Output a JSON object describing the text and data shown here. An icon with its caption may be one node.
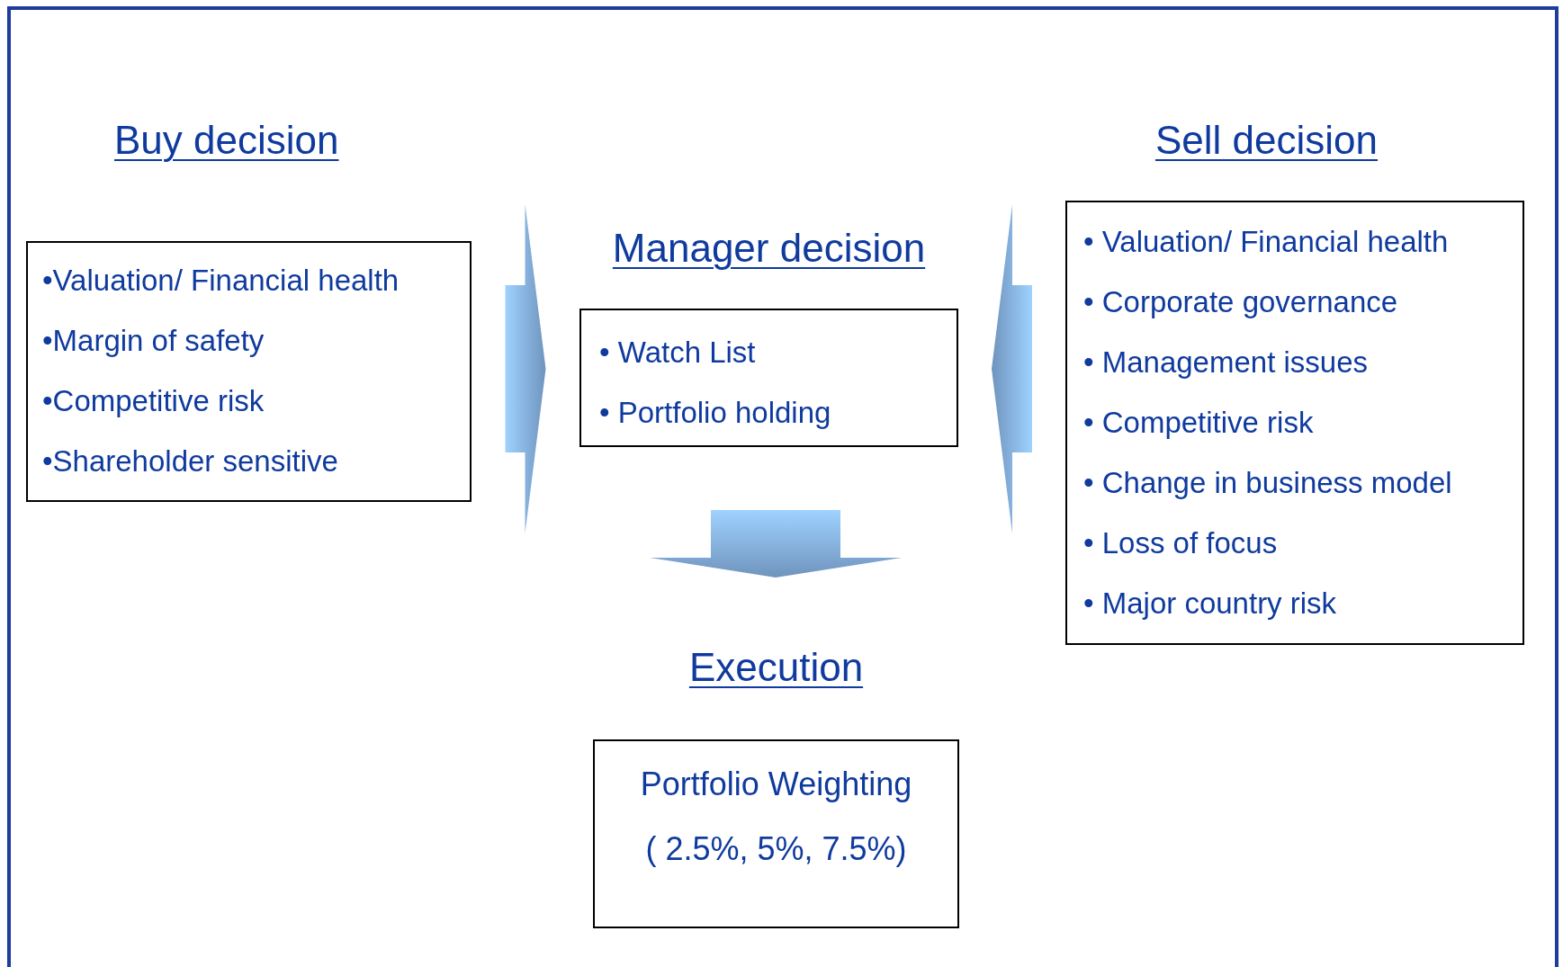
{
  "diagram": {
    "nodes": [
      {
        "text": [
          "Buy decision",
          "•Valuation/ Financial health",
          "•Margin of safety",
          "•Competitive risk",
          "•Shareholder sensitive"
        ]
      },
      {
        "text": [
          "Manager decision",
          "• Watch List",
          "• Portfolio holding"
        ]
      },
      {
        "text": [
          "Sell decision",
          "• Valuation/ Financial health",
          "• Corporate governance",
          "• Management  issues",
          "• Competitive risk",
          "• Change in business model",
          "• Loss of focus",
          "• Major country risk"
        ]
      },
      {
        "text": [
          "Execution",
          "Portfolio Weighting",
          "( 2.5%, 5%, 7.5%)"
        ]
      }
    ],
    "edges": [
      {
        "from": 0,
        "to": 1,
        "arrow": "to"
      },
      {
        "from": 2,
        "to": 1,
        "arrow": "to"
      },
      {
        "from": 1,
        "to": 3,
        "arrow": "to"
      }
    ]
  }
}
